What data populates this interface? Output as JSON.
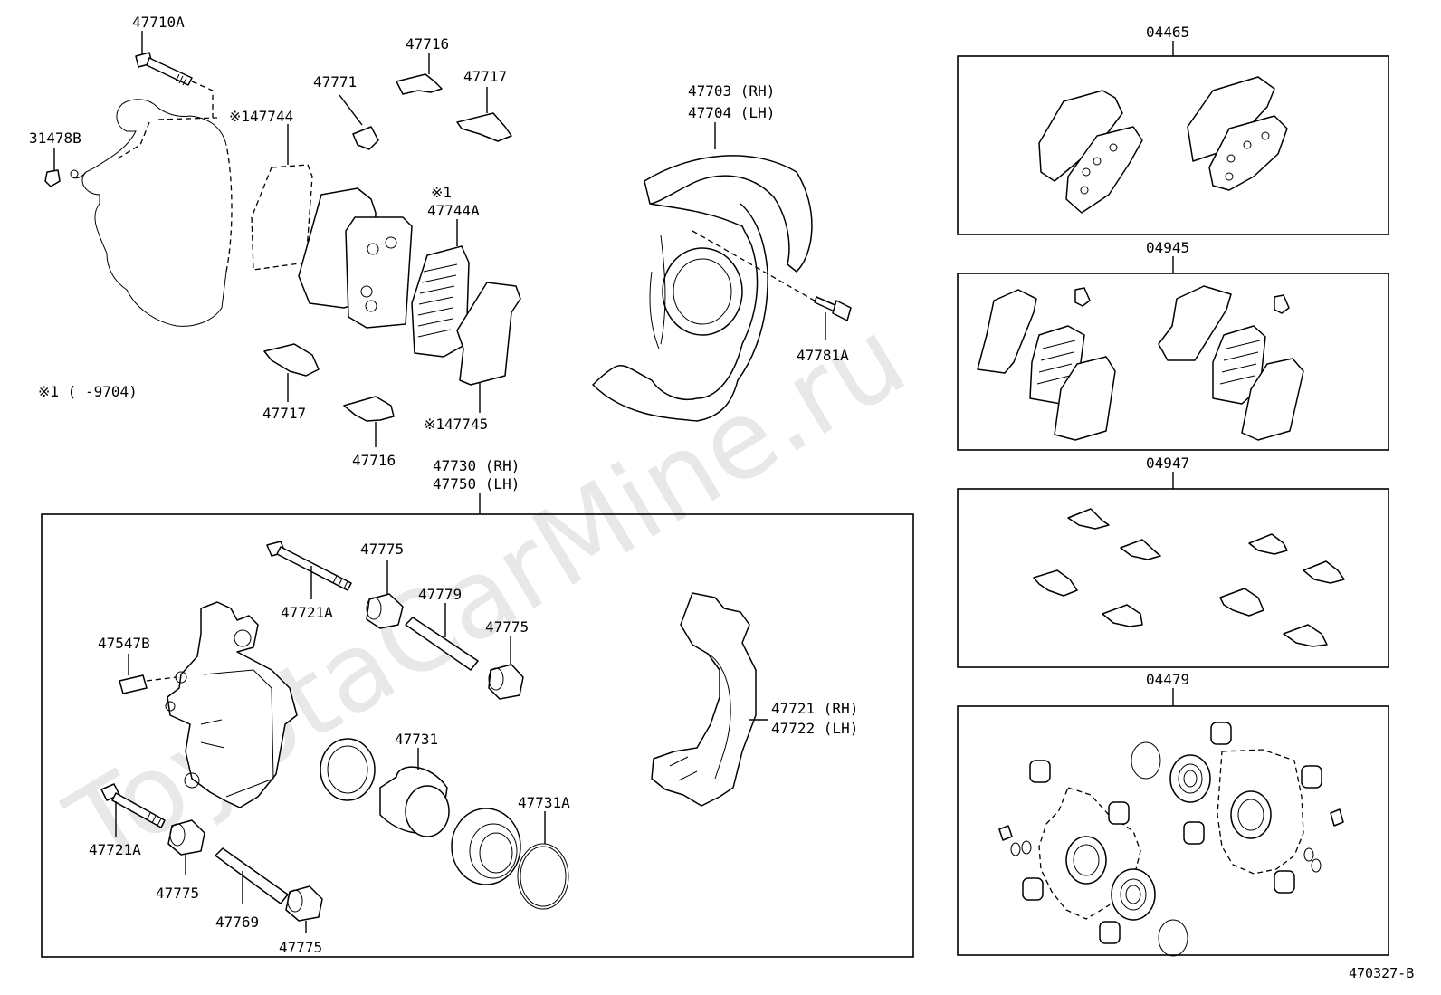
{
  "watermark": "ToyotaCarMine.ru",
  "figure_code": "470327-B",
  "note": "※1 (      -9704)",
  "labels": {
    "p47710A": "47710A",
    "p31478B": "31478B",
    "p147744": "※147744",
    "p47771": "47771",
    "p47716_top": "47716",
    "p47717_top": "47717",
    "p1_mark": "※1",
    "p47744A": "47744A",
    "p47717_bot": "47717",
    "p47716_bot": "47716",
    "p147745": "※147745",
    "p47703": "47703 (RH)",
    "p47704": "47704 (LH)",
    "p47781A": "47781A",
    "p47730": "47730 (RH)",
    "p47750": "47750 (LH)",
    "p47721A_top": "47721A",
    "p47775_a": "47775",
    "p47779": "47779",
    "p47775_b": "47775",
    "p47547B": "47547B",
    "p47731": "47731",
    "p47731A": "47731A",
    "p47721": "47721 (RH)",
    "p47722": "47722 (LH)",
    "p47721A_bot": "47721A",
    "p47775_c": "47775",
    "p47769": "47769",
    "p47775_d": "47775"
  },
  "kits": [
    {
      "code": "04465"
    },
    {
      "code": "04945"
    },
    {
      "code": "04947"
    },
    {
      "code": "04479"
    }
  ]
}
